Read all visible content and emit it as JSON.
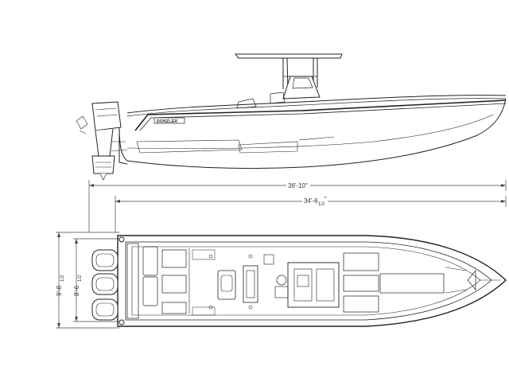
{
  "brand": {
    "hull_decal": "DONZLER"
  },
  "dimensions": {
    "overall_length": "36'-10\"",
    "hull_length_main": "34'-6",
    "hull_length_frac": "1/2",
    "hull_length_suffix": "\"",
    "beam_overall": "9'-8",
    "beam_overall_frac": "1/2",
    "beam_hull": "8'-6",
    "beam_hull_frac": "1/2"
  },
  "colors": {
    "line": "#222222",
    "light_line": "#555555",
    "background": "#ffffff"
  }
}
